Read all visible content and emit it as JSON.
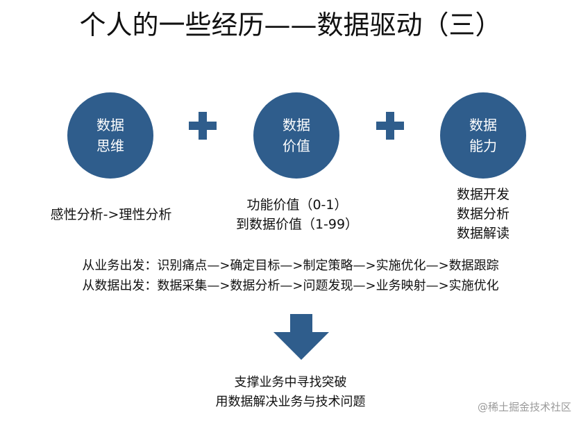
{
  "title": "个人的一些经历——数据驱动（三）",
  "circles": [
    {
      "line1": "数据",
      "line2": "思维"
    },
    {
      "line1": "数据",
      "line2": "价值"
    },
    {
      "line1": "数据",
      "line2": "能力"
    }
  ],
  "captions": {
    "thinking": "感性分析->理性分析",
    "value": [
      "功能价值（0-1）",
      "到数据价值（1-99）"
    ],
    "ability": [
      "数据开发",
      "数据分析",
      "数据解读"
    ]
  },
  "flows": [
    "从业务出发：识别痛点—>确定目标—>制定策略—>实施优化—>数据跟踪",
    "从数据出发：数据采集—>数据分析—>问题发现—>业务映射—>实施优化"
  ],
  "result": [
    "支撑业务中寻找突破",
    "用数据解决业务与技术问题"
  ],
  "watermark": "@稀土掘金技术社区",
  "colors": {
    "accent": "#2f5d8c"
  }
}
